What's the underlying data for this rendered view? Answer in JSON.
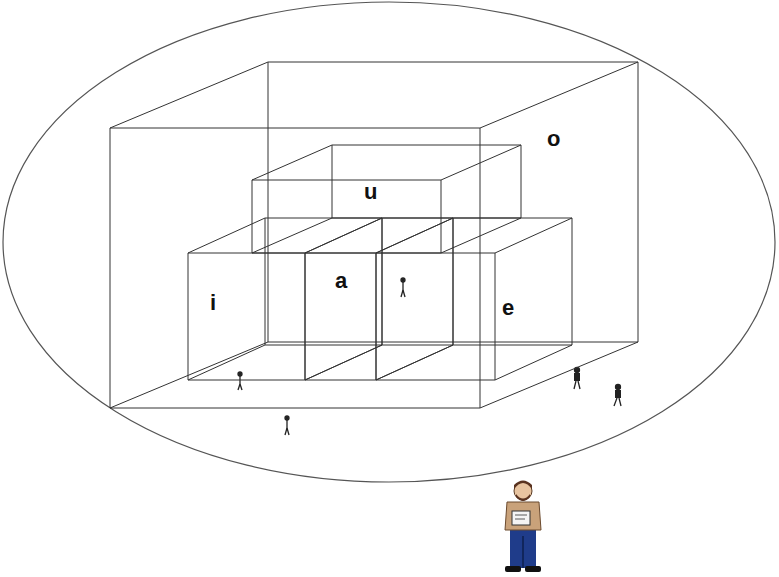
{
  "diagram": {
    "nodes": [
      {
        "text": [
          "o"
        ]
      },
      {
        "text": [
          "u"
        ],
        "in": 0
      },
      {
        "text": [
          "i"
        ],
        "in": 0
      },
      {
        "text": [
          "a"
        ],
        "in": 0
      },
      {
        "text": [
          "e"
        ],
        "in": 0
      }
    ]
  }
}
